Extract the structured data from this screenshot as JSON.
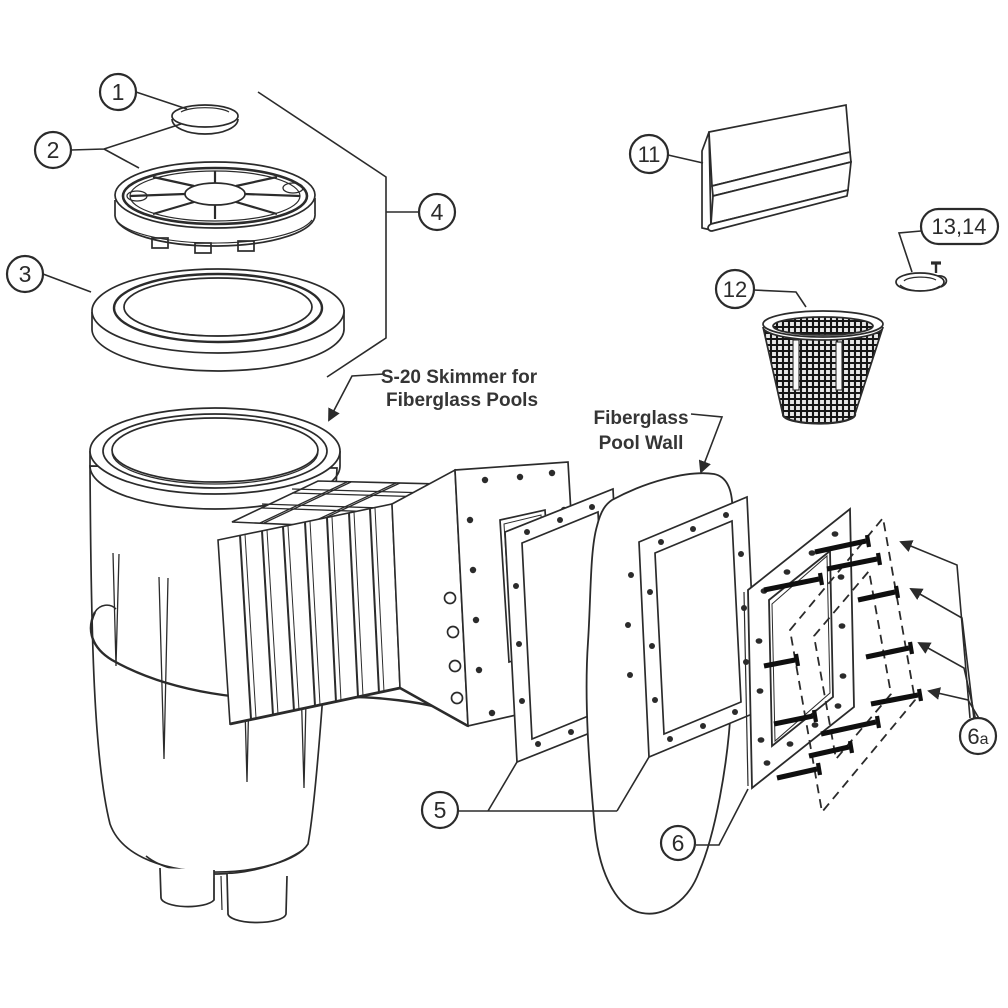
{
  "diagram": {
    "background": "#ffffff",
    "line_color": "#2b2b2b",
    "screw_color": "#0f0f0f"
  },
  "labels": {
    "skimmer_title": {
      "lines": [
        "S-20 Skimmer for",
        "Fiberglass Pools"
      ]
    },
    "pool_wall": {
      "lines": [
        "Fiberglass",
        "Pool Wall"
      ]
    }
  },
  "callouts": [
    {
      "label": "1"
    },
    {
      "label": "2"
    },
    {
      "label": "3"
    },
    {
      "label": "4"
    },
    {
      "label": "5"
    },
    {
      "label": "6"
    },
    {
      "label": "6a",
      "main": "6",
      "sub": "a"
    },
    {
      "label": "11"
    },
    {
      "label": "12"
    },
    {
      "label": "13,14"
    }
  ]
}
